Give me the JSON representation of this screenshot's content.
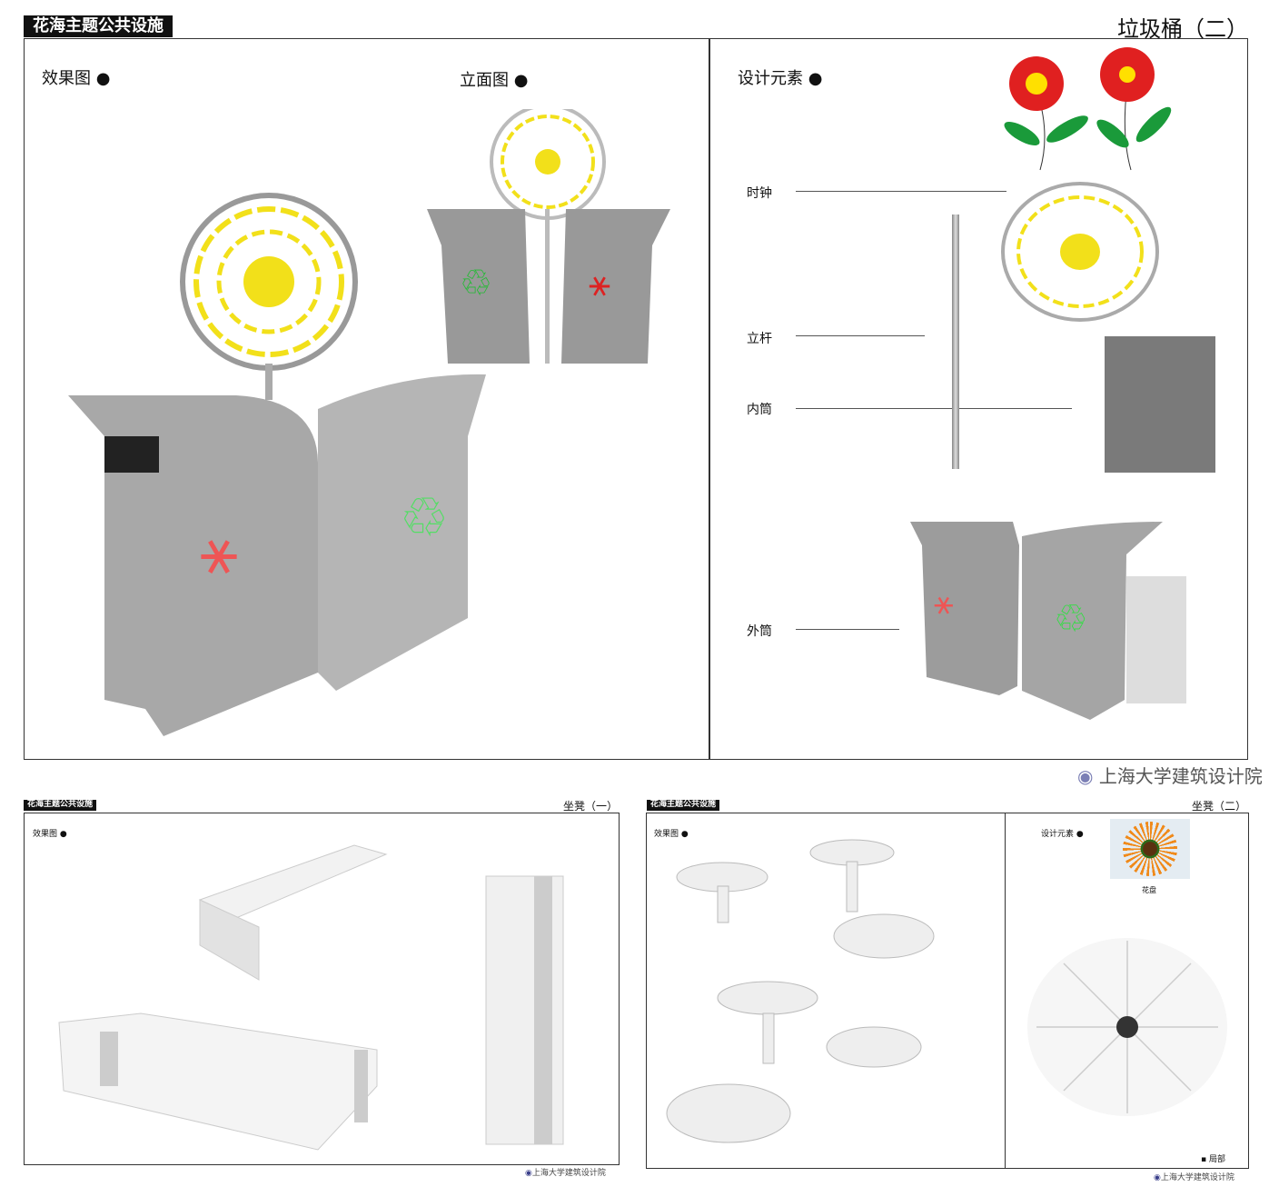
{
  "board1": {
    "tag": "花海主题公共设施",
    "title": "垃圾桶（二）",
    "render_label": "效果图 ●",
    "elevation_label": "立面图 ●",
    "elements_label": "设计元素 ●",
    "parts": [
      "时钟",
      "立杆",
      "内筒",
      "外筒"
    ],
    "institute": "上海大学建筑设计院"
  },
  "board2": {
    "tag": "花海主题公共设施",
    "title": "坐凳（一）",
    "render_label": "效果图 ●",
    "institute": "上海大学建筑设计院"
  },
  "board3": {
    "tag": "花海主题公共设施",
    "title": "坐凳（二）",
    "render_label": "效果图 ●",
    "elements_label": "设计元素 ●",
    "flower_caption": "花盘",
    "detail_label": "▪ 局部",
    "institute": "上海大学建筑设计院"
  },
  "colors": {
    "accent_yellow": "#f2e01a",
    "red": "#e02020",
    "green": "#22bb33",
    "metal": "#9a9a9a"
  }
}
